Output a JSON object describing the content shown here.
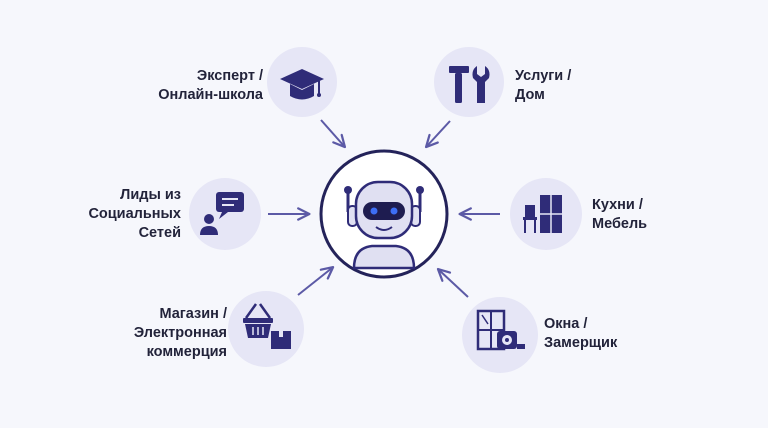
{
  "colors": {
    "background": "#f6f7fc",
    "node_fill": "#e6e6f6",
    "icon": "#2f2c78",
    "arrow": "#5c5aa6",
    "center_ring": "#24235a",
    "robot_eyes": "#3d6ef5",
    "text": "#22233a"
  },
  "center": {
    "icon": "robot-icon"
  },
  "nodes": [
    {
      "id": "expert",
      "icon": "graduation-cap-icon",
      "lines": [
        "Эксперт /",
        "Онлайн-школа"
      ]
    },
    {
      "id": "services",
      "icon": "hammer-wrench-icon",
      "lines": [
        "Услуги /",
        "Дом"
      ]
    },
    {
      "id": "leads",
      "icon": "chat-user-icon",
      "lines": [
        "Лиды из",
        "Социальных",
        "Сетей"
      ]
    },
    {
      "id": "kitchen",
      "icon": "furniture-icon",
      "lines": [
        "Кухни /",
        "Мебель"
      ]
    },
    {
      "id": "shop",
      "icon": "shopping-basket-icon",
      "lines": [
        "Магазин /",
        "Электронная",
        "коммерция"
      ]
    },
    {
      "id": "windows",
      "icon": "window-tape-measure-icon",
      "lines": [
        "Окна /",
        "Замерщик"
      ]
    }
  ]
}
